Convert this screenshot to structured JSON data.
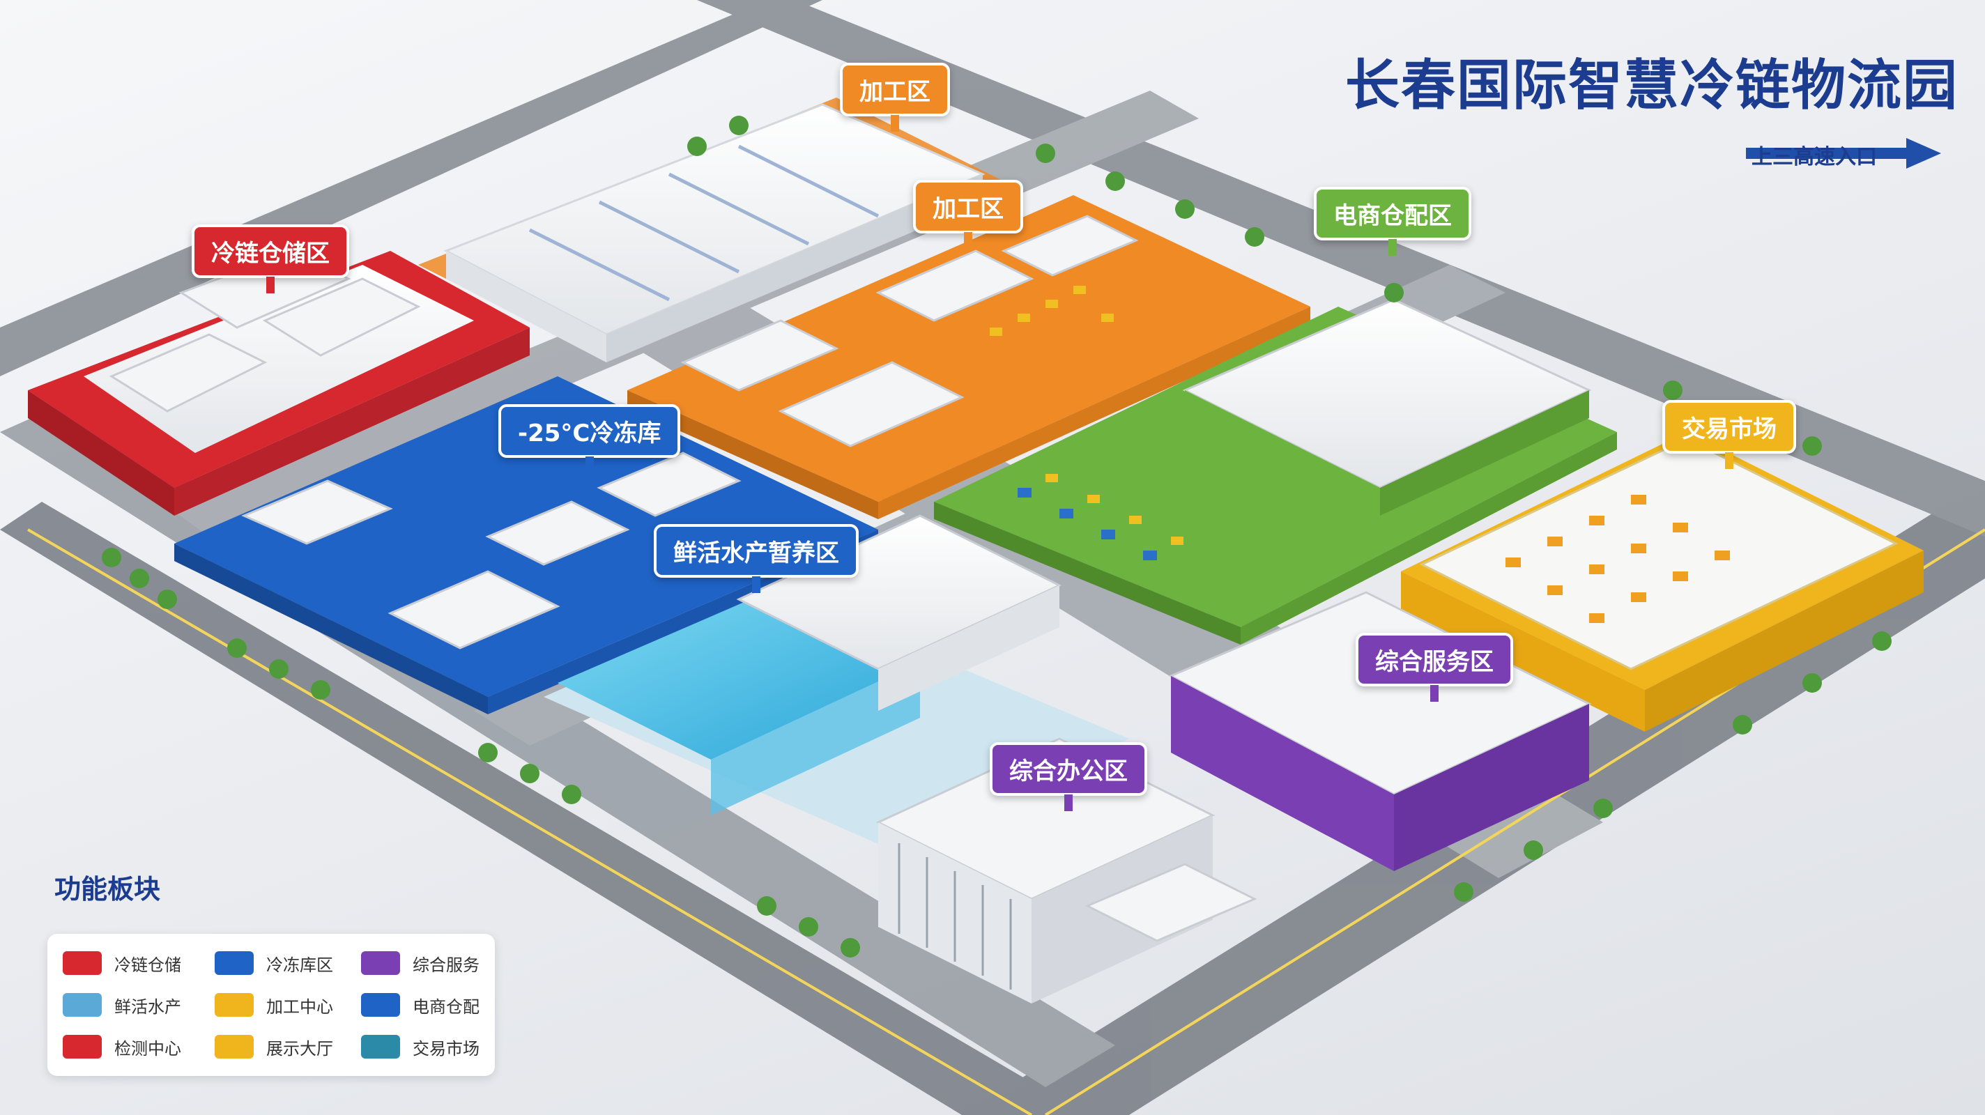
{
  "title": "长春国际智慧冷链物流园",
  "entrance": {
    "label": "上三高速入口"
  },
  "zones": [
    {
      "id": "cold-storage",
      "label": "冷链仓储区",
      "color": "#d7282f"
    },
    {
      "id": "processing-1",
      "label": "加工区",
      "color": "#f08a24"
    },
    {
      "id": "processing-2",
      "label": "加工区",
      "color": "#f08a24"
    },
    {
      "id": "ecommerce",
      "label": "电商仓配区",
      "color": "#6cb33f"
    },
    {
      "id": "freezer",
      "label": "-25°C冷冻库",
      "color": "#1f63c6"
    },
    {
      "id": "live-seafood",
      "label": "鲜活水产暂养区",
      "color": "#1f63c6"
    },
    {
      "id": "trading-market",
      "label": "交易市场",
      "color": "#f0b51c"
    },
    {
      "id": "general-services",
      "label": "综合服务区",
      "color": "#7b3fb4"
    },
    {
      "id": "office",
      "label": "综合办公区",
      "color": "#7b3fb4"
    }
  ],
  "legend": {
    "title": "功能板块",
    "items": [
      {
        "label": "冷链仓储",
        "color": "#d7282f"
      },
      {
        "label": "冷冻库区",
        "color": "#1f63c6"
      },
      {
        "label": "综合服务",
        "color": "#7b3fb4"
      },
      {
        "label": "鲜活水产",
        "color": "#5aa9d6"
      },
      {
        "label": "加工中心",
        "color": "#f0b51c"
      },
      {
        "label": "电商仓配",
        "color": "#1f63c6"
      },
      {
        "label": "检测中心",
        "color": "#d7282f"
      },
      {
        "label": "展示大厅",
        "color": "#f0b51c"
      },
      {
        "label": "交易市场",
        "color": "#2a8aa8"
      }
    ]
  }
}
